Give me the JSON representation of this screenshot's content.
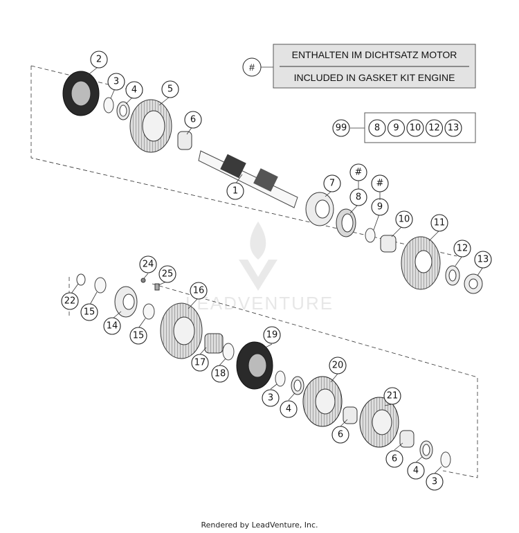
{
  "legend": {
    "symbol": "#",
    "line_de": "ENTHALTEN IM DICHTSATZ MOTOR",
    "line_en": "INCLUDED IN GASKET KIT ENGINE",
    "kit_label": "99",
    "kit_items": [
      "8",
      "9",
      "10",
      "12",
      "13"
    ]
  },
  "callouts": {
    "c1": "1",
    "c2": "2",
    "c3a": "3",
    "c4a": "4",
    "c5": "5",
    "c6a": "6",
    "c7": "7",
    "c8": "8",
    "c8h": "#",
    "c9": "9",
    "c9h": "#",
    "c10": "10",
    "c11": "11",
    "c12": "12",
    "c13": "13",
    "c14": "14",
    "c15a": "15",
    "c15b": "15",
    "c16": "16",
    "c17": "17",
    "c18": "18",
    "c19": "19",
    "c20": "20",
    "c21": "21",
    "c22": "22",
    "c24": "24",
    "c25": "25",
    "c3b": "3",
    "c4b": "4",
    "c6b": "6",
    "c6c": "6",
    "c4c": "4",
    "c3c": "3"
  },
  "watermark": "LEADVENTURE",
  "footer": "Rendered by LeadVenture, Inc."
}
